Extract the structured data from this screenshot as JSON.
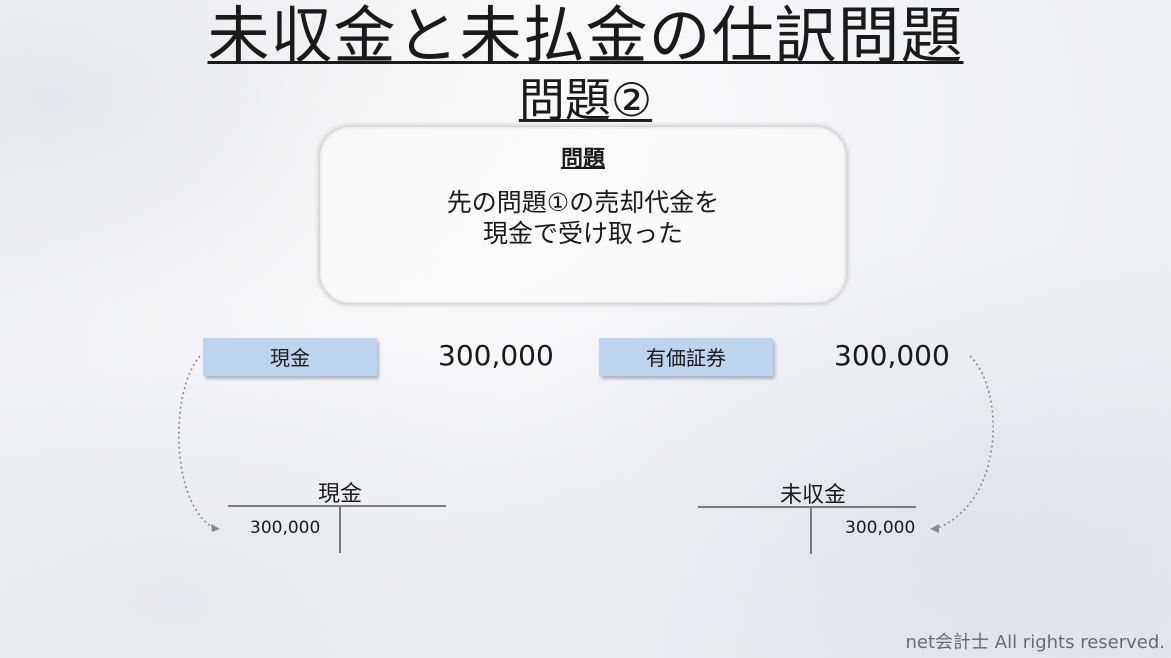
{
  "title": "未収金と未払金の仕訳問題",
  "subtitle": "問題②",
  "problem": {
    "heading": "問題",
    "line1": "先の問題①の売却代金を",
    "line2": "現金で受け取った"
  },
  "journal": {
    "debit_account": "現金",
    "debit_amount": "300,000",
    "credit_account": "有価証券",
    "credit_amount": "300,000"
  },
  "t_accounts": [
    {
      "name": "現金",
      "debit": "300,000"
    },
    {
      "name": "未収金",
      "credit": "300,000"
    }
  ],
  "colors": {
    "account_box": "#bcd4ec",
    "arrow": "#8a8a8a"
  },
  "footer": "net会計士 All rights reserved."
}
